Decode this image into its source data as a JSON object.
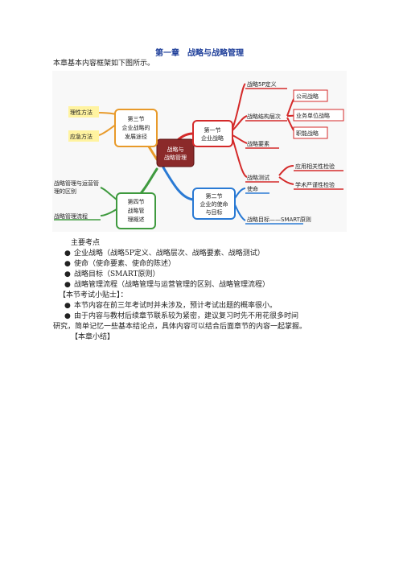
{
  "title": "第一章　战略与战略管理",
  "intro": "本章基本内容框架如下图所示。",
  "mindmap": {
    "center": [
      "战略与",
      "战略管理"
    ],
    "left": {
      "section3": [
        "第三节",
        "企业战略的",
        "发展途径"
      ],
      "leaf1": "理性方法",
      "leaf2": "应急方法",
      "section4": [
        "第四节",
        "战略管",
        "理概述"
      ],
      "leaf3a": "战略管理与运营管",
      "leaf3b": "理的区别",
      "leaf4": "战略管理流程"
    },
    "right": {
      "section1": [
        "第一节",
        "企业战略"
      ],
      "r1": "战略5P定义",
      "r2": "战略结构层次",
      "r2a": "公司战略",
      "r2b": "业务单位战略",
      "r2c": "职能战略",
      "r3": "战略要素",
      "r4": "战略测试",
      "r4a": "应用相关性检验",
      "r4b": "学术严谨性检验",
      "section2": [
        "第二节",
        "企业的使命",
        "与目标"
      ],
      "r5": "使命",
      "r6": "战略目标——SMART原则"
    }
  },
  "points": {
    "heading": "主要考点",
    "items": [
      "企业战略（战略5P定义、战略层次、战略要素、战略测试）",
      "使命（使命要素、使命的陈述）",
      "战略目标（SMART原则）",
      "战略管理流程（战略管理与运营管理的区别、战略管理流程）"
    ]
  },
  "tips": {
    "heading": "【本节考试小贴士】：",
    "item1": "本节内容在前三年考试时并未涉及，预计考试出题的概率很小。",
    "item2a": "由于内容与教材后续章节联系较为紧密，建议复习时先不用花很多时间",
    "item2b": "研究，简单记忆一些基本结论点，具体内容可以结合后面章节的内容一起掌握。"
  },
  "summary": "【本章小结】",
  "bullet_char": "●",
  "colors": {
    "title": "#1f3f9a",
    "center": "#8b2a2a",
    "red": "#d42a2a",
    "orange": "#e89a2a",
    "green": "#3f9a3f",
    "blue": "#2a7ad4",
    "mapbg": "#fafafa"
  }
}
